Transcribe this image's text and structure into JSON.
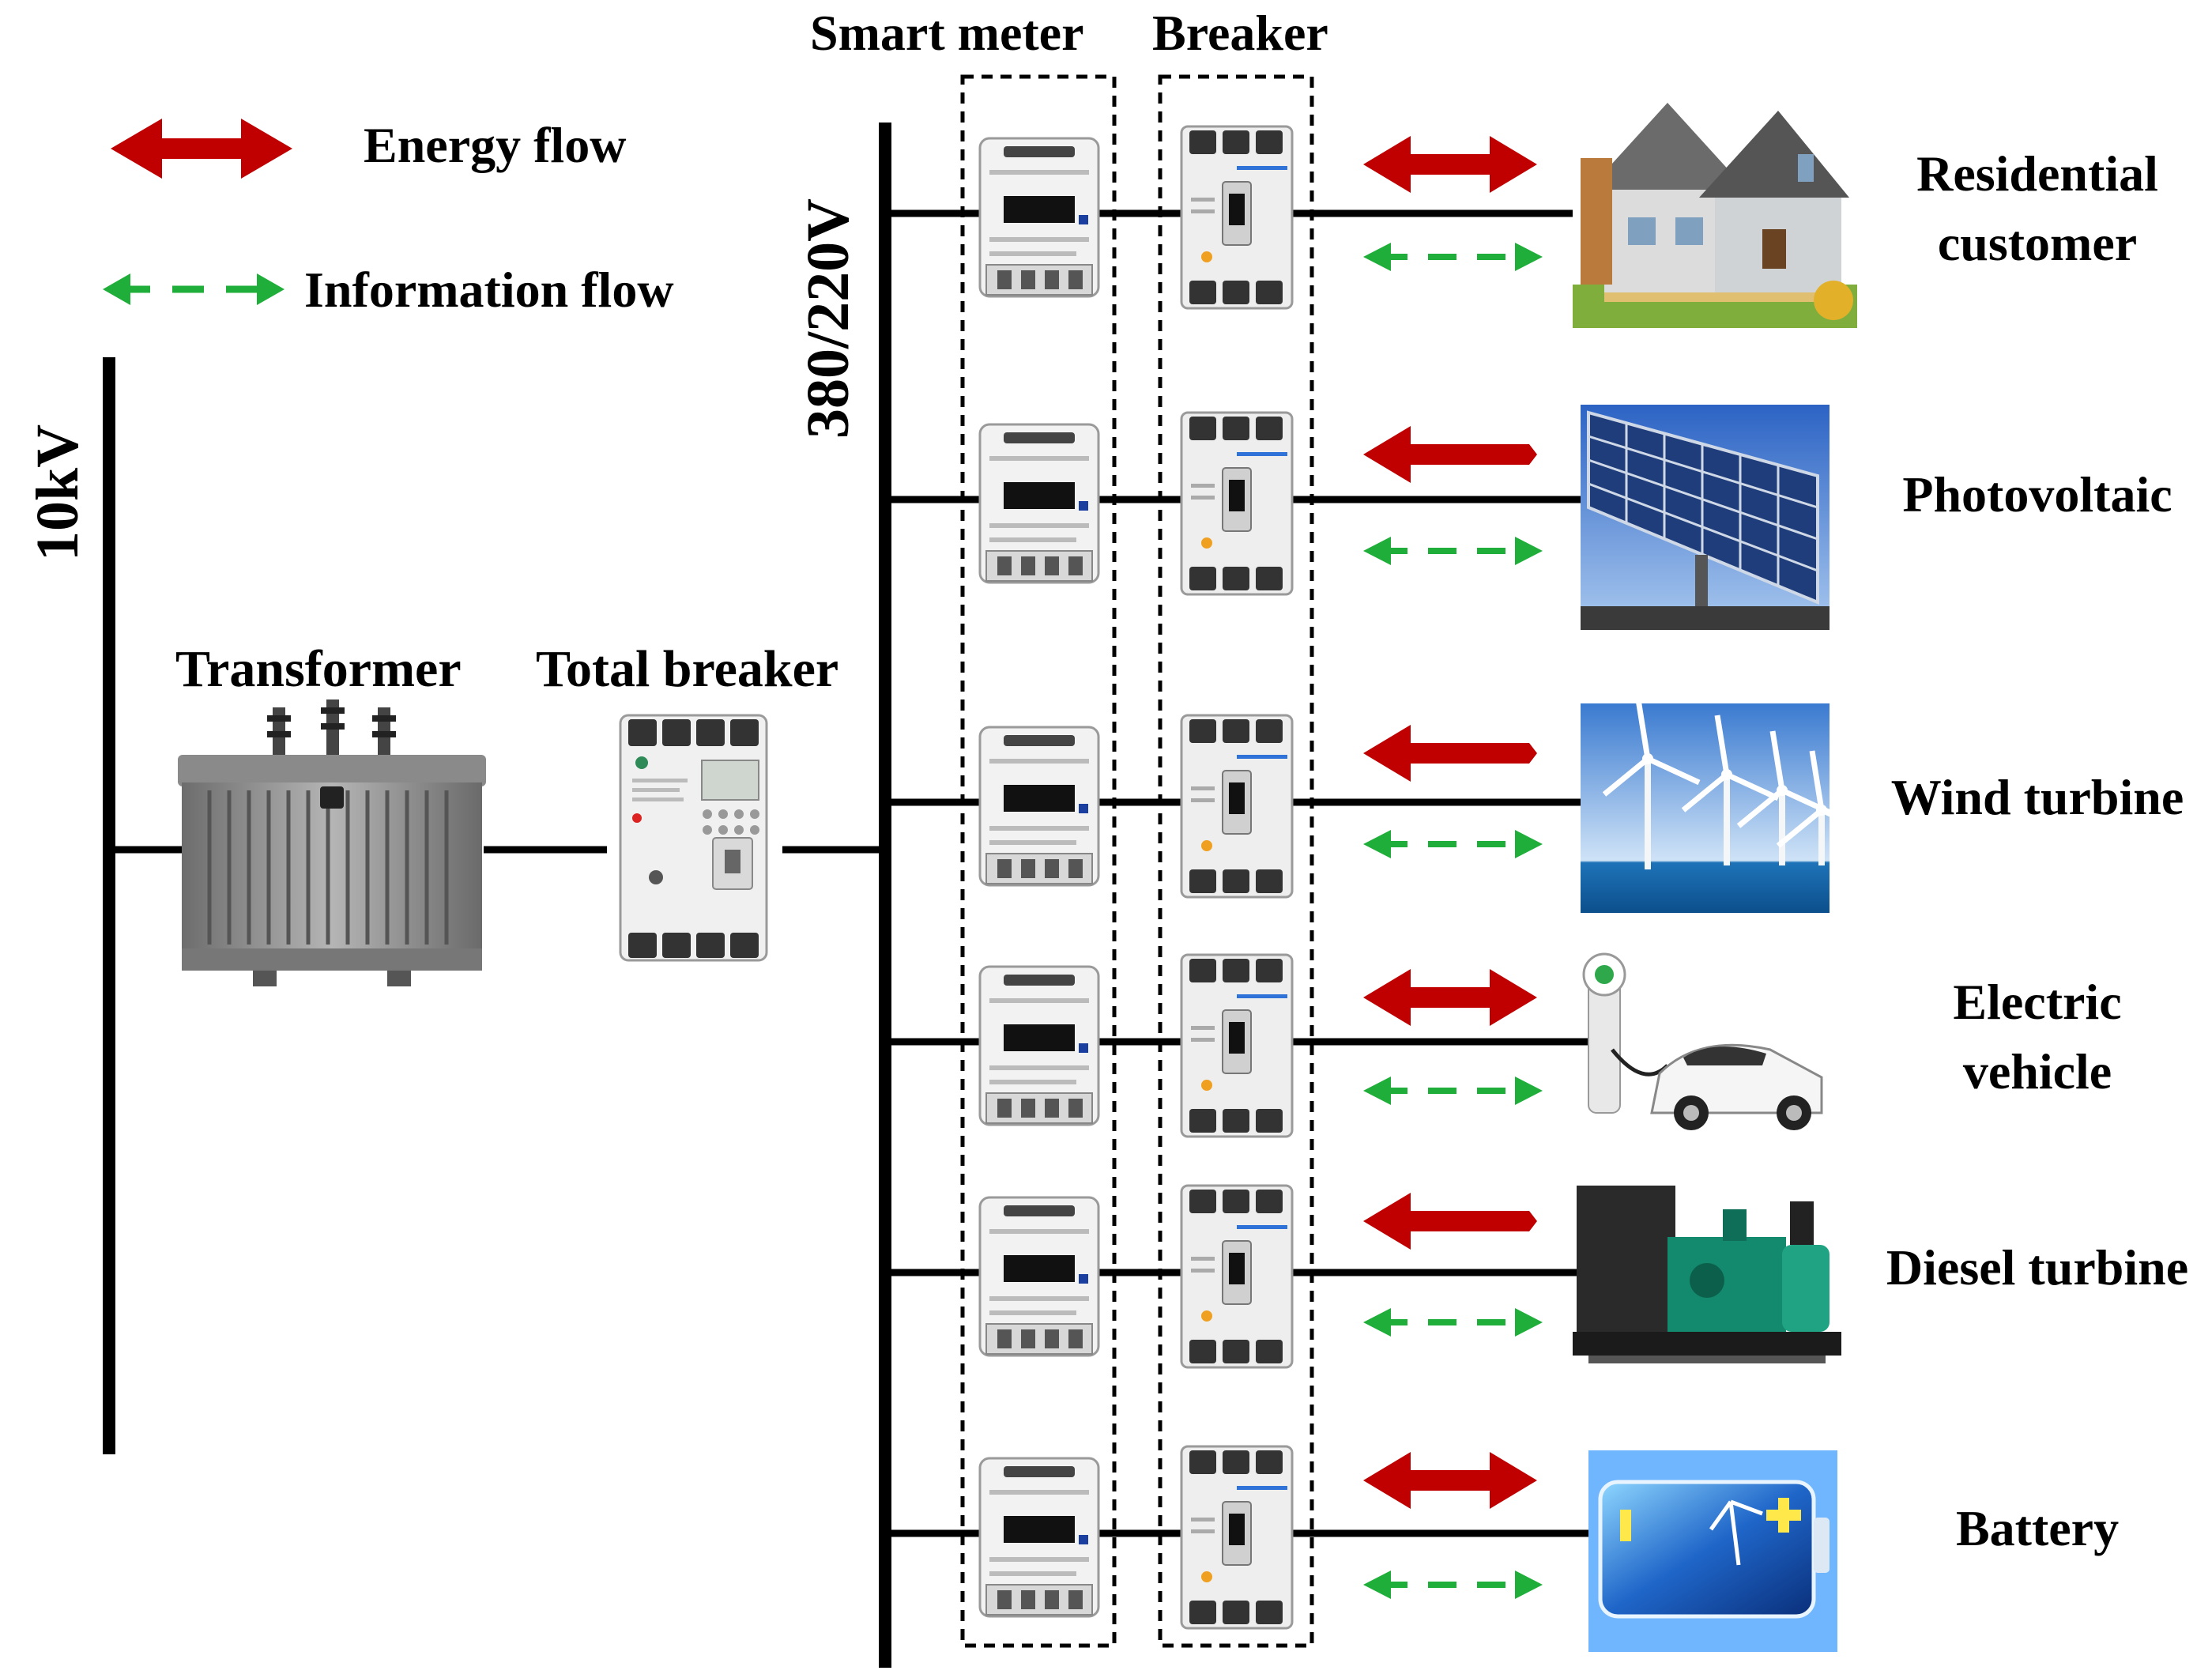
{
  "legend": {
    "energy_flow": "Energy flow",
    "information_flow": "Information flow"
  },
  "buses": {
    "medium_voltage": "10kV",
    "low_voltage": "380/220V"
  },
  "headers": {
    "smart_meter": "Smart meter",
    "breaker": "Breaker"
  },
  "devices": {
    "transformer": "Transformer",
    "total_breaker": "Total breaker"
  },
  "branches": [
    {
      "id": "residential",
      "label_lines": [
        "Residential",
        "customer"
      ],
      "energy_direction": "bidirectional",
      "icon": "house-icon"
    },
    {
      "id": "pv",
      "label_lines": [
        "Photovoltaic"
      ],
      "energy_direction": "to-grid",
      "icon": "solar-panel-icon"
    },
    {
      "id": "wind",
      "label_lines": [
        "Wind turbine"
      ],
      "energy_direction": "to-grid",
      "icon": "wind-turbine-icon"
    },
    {
      "id": "ev",
      "label_lines": [
        "Electric",
        "vehicle"
      ],
      "energy_direction": "bidirectional",
      "icon": "ev-charger-icon"
    },
    {
      "id": "diesel",
      "label_lines": [
        "Diesel turbine"
      ],
      "energy_direction": "to-grid",
      "icon": "diesel-generator-icon"
    },
    {
      "id": "battery",
      "label_lines": [
        "Battery"
      ],
      "energy_direction": "bidirectional",
      "icon": "battery-icon"
    }
  ],
  "colors": {
    "energy_arrow": "#c00000",
    "info_arrow": "#1fae3a",
    "line": "#000000"
  }
}
